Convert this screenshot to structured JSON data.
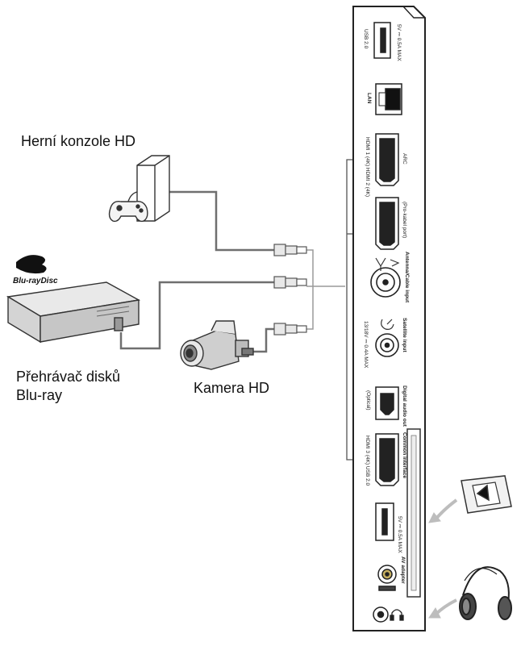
{
  "devices": {
    "console": {
      "label": "Herní konzole HD",
      "icon": "game-console-icon"
    },
    "bluray": {
      "label_line1": "Přehrávač disků",
      "label_line2": "Blu-ray",
      "icon": "bluray-player-icon",
      "logo_text": "Blu-rayDisc"
    },
    "camera": {
      "label": "Kamera HD",
      "icon": "camcorder-icon"
    }
  },
  "panel": {
    "usb1_label": "USB 2.0",
    "usb1_power": "5V ⎓ 0.5A MAX",
    "lan_label": "LAN",
    "hdmi1_label": "HDMI 1 (4K) HDMI 2 (4K)",
    "hdmi1_note": "ARC",
    "hdmi2_note": "(Pro-kabel port)",
    "antenna_label": "Antenna/Cable input",
    "satellite_label": "Satellite input",
    "satellite_note": "13/18V ⎓ 0.4A MAX",
    "digital_audio_label": "Digital audio out",
    "digital_audio_type": "(Optical)",
    "hdmi3_label": "HDMI 3 (4K) USB 2.0",
    "ci_label": "Common interface",
    "usb2_power": "5V ⎓ 0.5A MAX",
    "av_label": "AV adapter"
  },
  "accessories": {
    "ci_card": {
      "icon": "ci-card-icon"
    },
    "headphones": {
      "icon": "headphones-icon"
    }
  }
}
